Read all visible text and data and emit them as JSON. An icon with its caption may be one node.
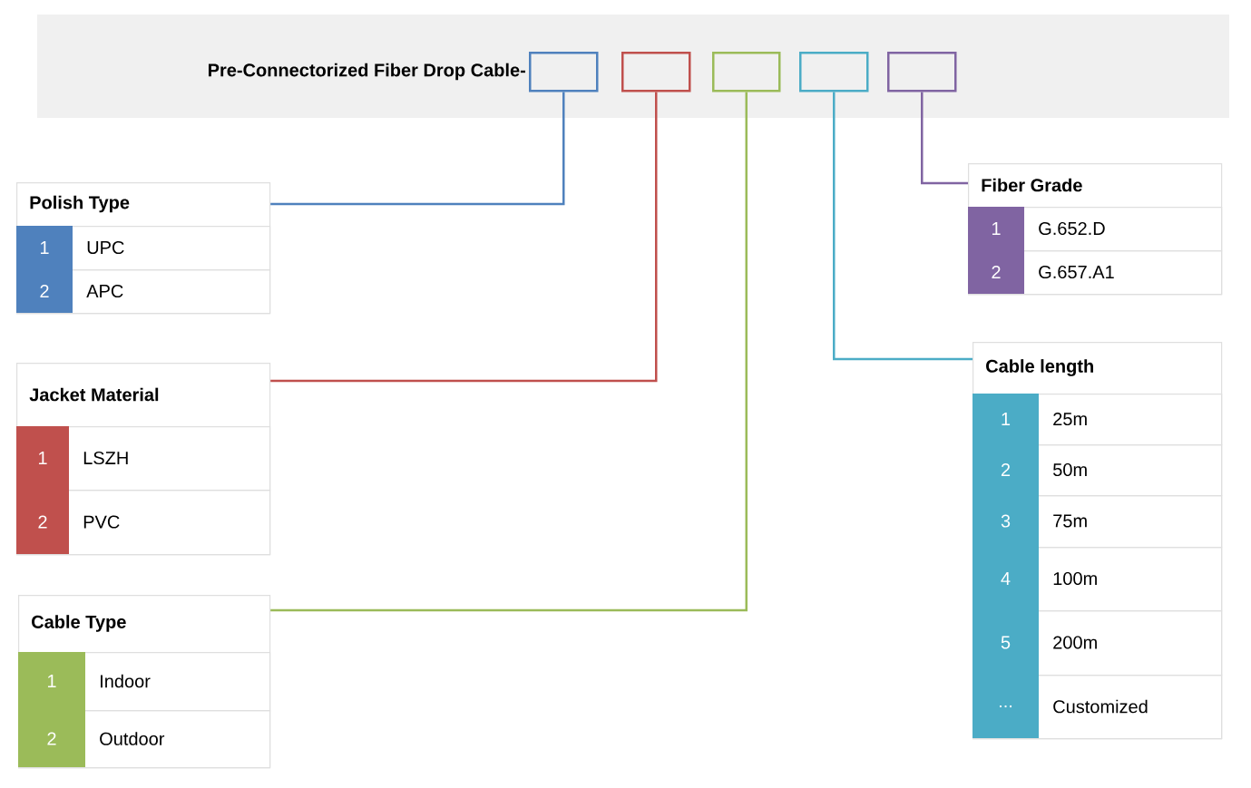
{
  "diagram": {
    "title": "Pre-Connectorized Fiber Drop Cable-",
    "nodes": [
      {
        "text": [],
        "shape": "box"
      },
      {
        "text": [],
        "shape": "box"
      },
      {
        "text": [],
        "shape": "box"
      },
      {
        "text": [],
        "shape": "box"
      },
      {
        "text": [],
        "shape": "box"
      },
      {
        "text": [
          "Polish Type"
        ]
      },
      {
        "text": [
          "1",
          "UPC"
        ],
        "in": 5
      },
      {
        "text": [
          "2",
          "APC"
        ],
        "in": 5
      },
      {
        "text": [
          "Jacket Material"
        ]
      },
      {
        "text": [
          "1",
          "LSZH"
        ],
        "in": 8
      },
      {
        "text": [
          "2",
          "PVC"
        ],
        "in": 8
      },
      {
        "text": [
          "Cable Type"
        ]
      },
      {
        "text": [
          "1",
          "Indoor"
        ],
        "in": 11
      },
      {
        "text": [
          "2",
          "Outdoor"
        ],
        "in": 11
      },
      {
        "text": [
          "Fiber Grade"
        ]
      },
      {
        "text": [
          "1",
          "G.652.D"
        ],
        "in": 14
      },
      {
        "text": [
          "2",
          "G.657.A1"
        ],
        "in": 14
      },
      {
        "text": [
          "Cable length"
        ]
      },
      {
        "text": [
          "1",
          "25m"
        ],
        "in": 17
      },
      {
        "text": [
          "2",
          "50m"
        ],
        "in": 17
      },
      {
        "text": [
          "3",
          "75m"
        ],
        "in": 17
      },
      {
        "text": [
          "4",
          "100m"
        ],
        "in": 17
      },
      {
        "text": [
          "5",
          "200m"
        ],
        "in": 17
      },
      {
        "text": [
          "...",
          "Customized"
        ],
        "in": 17
      }
    ],
    "edges": [
      {
        "from": 0,
        "to": 5,
        "arrow": "none",
        "color": "#4f81bd"
      },
      {
        "from": 1,
        "to": 8,
        "arrow": "none",
        "color": "#c0504d"
      },
      {
        "from": 2,
        "to": 11,
        "arrow": "none",
        "color": "#9bbb59"
      },
      {
        "from": 3,
        "to": 17,
        "arrow": "none",
        "color": "#4bacc6"
      },
      {
        "from": 4,
        "to": 14,
        "arrow": "none",
        "color": "#8064a2"
      }
    ]
  }
}
